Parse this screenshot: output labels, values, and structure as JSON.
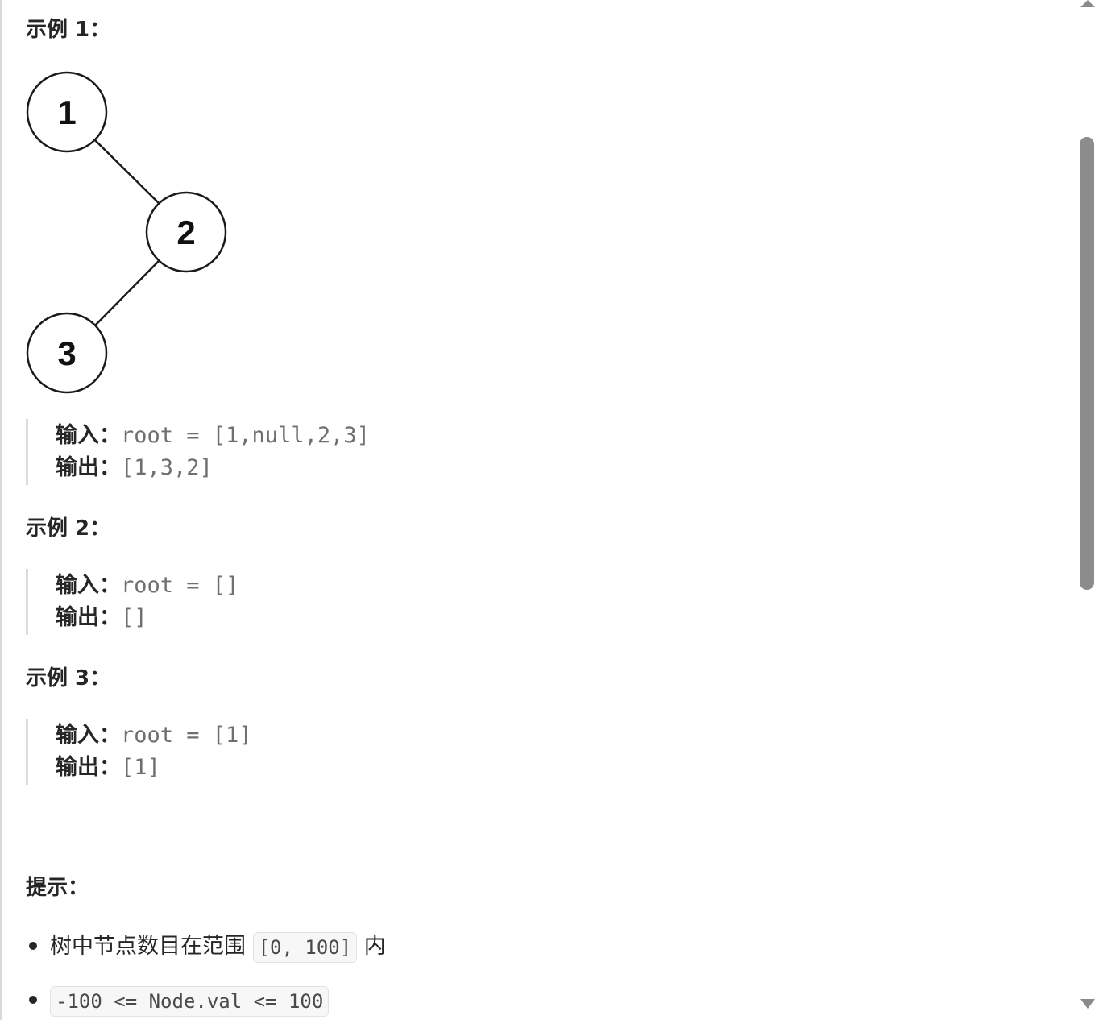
{
  "examples": [
    {
      "title": "示例 1：",
      "input_label": "输入：",
      "input_value": "root = [1,null,2,3]",
      "output_label": "输出：",
      "output_value": "[1,3,2]"
    },
    {
      "title": "示例 2：",
      "input_label": "输入：",
      "input_value": "root = []",
      "output_label": "输出：",
      "output_value": "[]"
    },
    {
      "title": "示例 3：",
      "input_label": "输入：",
      "input_value": "root = [1]",
      "output_label": "输出：",
      "output_value": "[1]"
    }
  ],
  "tree": {
    "nodes": [
      "1",
      "2",
      "3"
    ]
  },
  "hints": {
    "title": "提示：",
    "item1_prefix": "树中节点数目在范围 ",
    "item1_code": "[0, 100]",
    "item1_suffix": " 内",
    "item2_code": "-100 <= Node.val <= 100"
  }
}
